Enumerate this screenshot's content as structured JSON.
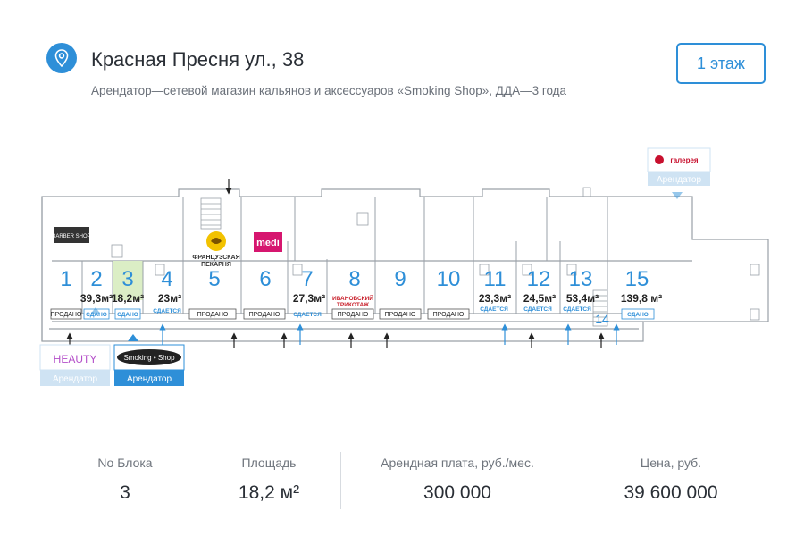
{
  "header": {
    "address": "Красная Пресня ул., 38",
    "tenant_info": "Арендатор—сетевой магазин кальянов и аксессуаров «Smoking Shop», ДДА—3 года",
    "floor_button": "1 этаж",
    "location_icon": "map-pin-icon"
  },
  "colors": {
    "accent": "#2e8fd8",
    "selected_unit": "#dbeec5",
    "tenant_badge": "#cfe3f3",
    "tenant_badge_active": "#2e8fd8"
  },
  "plan": {
    "units": [
      {
        "num": "1",
        "area": "",
        "status": "ПРОДАНО"
      },
      {
        "num": "2",
        "area": "39,3м²",
        "status": "СДАНО"
      },
      {
        "num": "3",
        "area": "18,2м²",
        "status": "СДАНО"
      },
      {
        "num": "4",
        "area": "23м²",
        "status": "СДАЕТСЯ"
      },
      {
        "num": "5",
        "area": "",
        "status": "ПРОДАНО",
        "tag": "ФРАНЦУЗСКАЯ ПЕКАРНЯ"
      },
      {
        "num": "6",
        "area": "",
        "status": "ПРОДАНО",
        "tag": "medi"
      },
      {
        "num": "7",
        "area": "27,3м²",
        "status": "СДАЕТСЯ"
      },
      {
        "num": "8",
        "area": "",
        "status": "ПРОДАНО",
        "tag": "ИВАНОВСКИЙ ТРИКОТАЖ"
      },
      {
        "num": "9",
        "area": "",
        "status": "ПРОДАНО"
      },
      {
        "num": "10",
        "area": "",
        "status": "ПРОДАНО"
      },
      {
        "num": "11",
        "area": "23,3м²",
        "status": "СДАЕТСЯ"
      },
      {
        "num": "12",
        "area": "24,5м²",
        "status": "СДАЕТСЯ"
      },
      {
        "num": "13",
        "area": "53,4м²",
        "status": "СДАЕТСЯ"
      },
      {
        "num": "14",
        "area": "",
        "status": ""
      },
      {
        "num": "15",
        "area": "139,8 м²",
        "status": "СДАНО"
      }
    ],
    "tenant_badges": [
      {
        "brand": "HEAUTY",
        "label": "Арендатор"
      },
      {
        "brand": "Smoking • Shop",
        "label": "Арендатор"
      },
      {
        "brand": "галерея",
        "label": "Арендатор"
      }
    ],
    "barber_logo": "BARBER SHOP"
  },
  "stats": [
    {
      "label": "No Блока",
      "value": "3"
    },
    {
      "label": "Площадь",
      "value": "18,2 м²"
    },
    {
      "label": "Арендная плата, руб./мес.",
      "value": "300 000"
    },
    {
      "label": "Цена, руб.",
      "value": "39 600 000"
    }
  ]
}
